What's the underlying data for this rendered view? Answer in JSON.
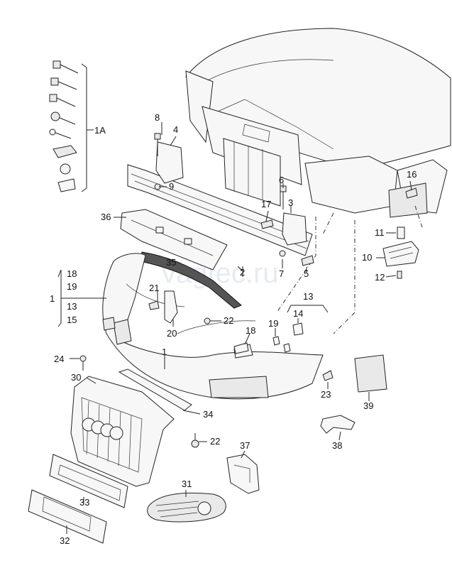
{
  "watermark": "vagtec.ru",
  "callouts": [
    {
      "id": "c1A",
      "text": "1A"
    },
    {
      "id": "c1",
      "text": "1"
    },
    {
      "id": "c1_18",
      "text": "18"
    },
    {
      "id": "c1_19",
      "text": "19"
    },
    {
      "id": "c1_13",
      "text": "13"
    },
    {
      "id": "c1_15",
      "text": "15"
    },
    {
      "id": "c1b",
      "text": "1"
    },
    {
      "id": "c2",
      "text": "2"
    },
    {
      "id": "c3",
      "text": "3"
    },
    {
      "id": "c4",
      "text": "4"
    },
    {
      "id": "c5",
      "text": "5"
    },
    {
      "id": "c6",
      "text": "6"
    },
    {
      "id": "c7",
      "text": "7"
    },
    {
      "id": "c8",
      "text": "8"
    },
    {
      "id": "c9",
      "text": "9"
    },
    {
      "id": "c10",
      "text": "10"
    },
    {
      "id": "c11",
      "text": "11"
    },
    {
      "id": "c12",
      "text": "12"
    },
    {
      "id": "c13",
      "text": "13"
    },
    {
      "id": "c14",
      "text": "14"
    },
    {
      "id": "c16",
      "text": "16"
    },
    {
      "id": "c17",
      "text": "17"
    },
    {
      "id": "c18",
      "text": "18"
    },
    {
      "id": "c19",
      "text": "19"
    },
    {
      "id": "c20",
      "text": "20"
    },
    {
      "id": "c21",
      "text": "21"
    },
    {
      "id": "c22a",
      "text": "22"
    },
    {
      "id": "c22b",
      "text": "22"
    },
    {
      "id": "c23",
      "text": "23"
    },
    {
      "id": "c24",
      "text": "24"
    },
    {
      "id": "c30",
      "text": "30"
    },
    {
      "id": "c31",
      "text": "31"
    },
    {
      "id": "c32",
      "text": "32"
    },
    {
      "id": "c33",
      "text": "33"
    },
    {
      "id": "c34",
      "text": "34"
    },
    {
      "id": "c35",
      "text": "35"
    },
    {
      "id": "c36",
      "text": "36"
    },
    {
      "id": "c37",
      "text": "37"
    },
    {
      "id": "c38",
      "text": "38"
    },
    {
      "id": "c39",
      "text": "39"
    }
  ]
}
